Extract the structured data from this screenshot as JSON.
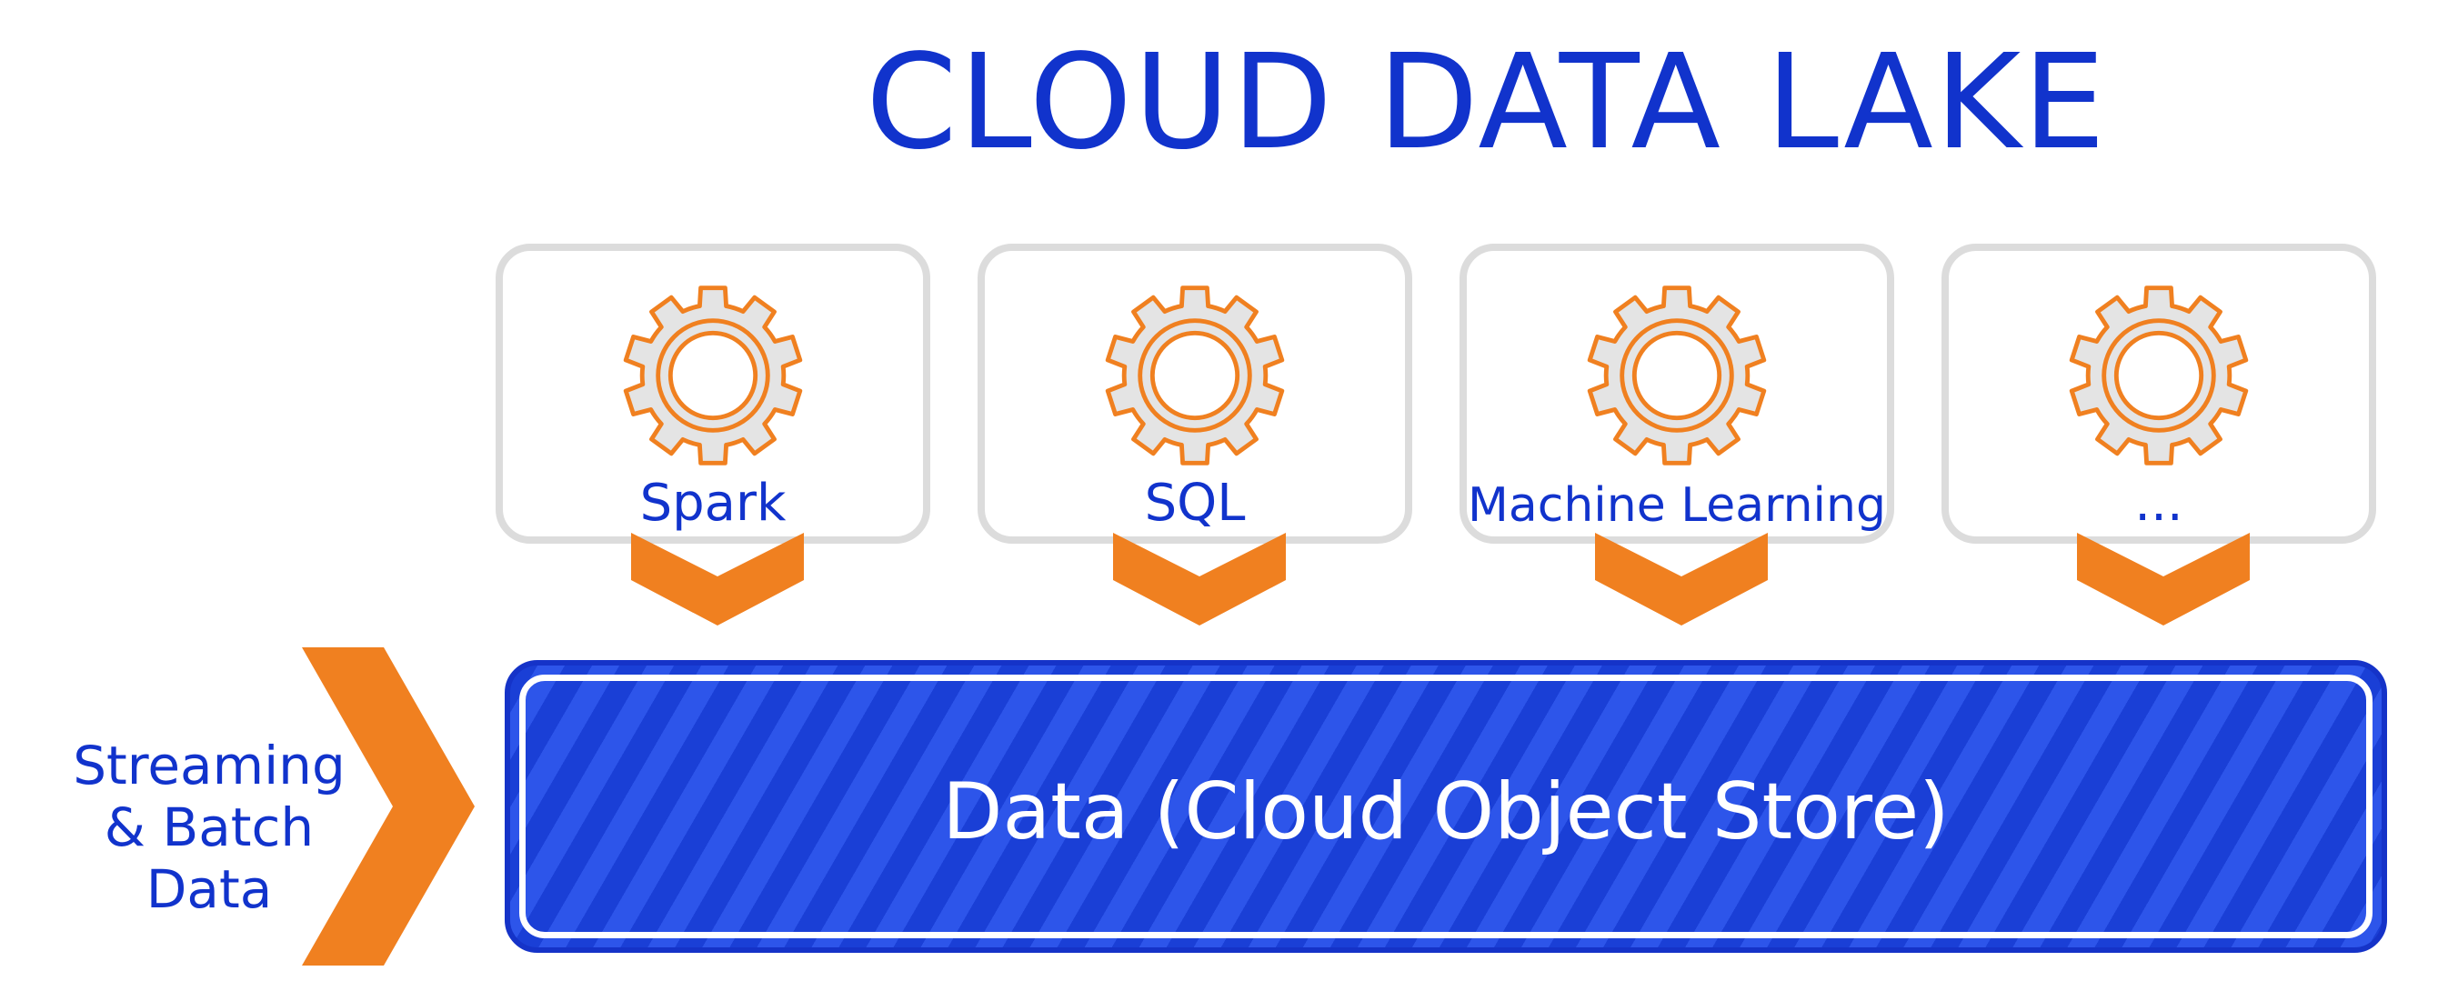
{
  "title": "CLOUD DATA LAKE",
  "engines": [
    {
      "label": "Spark",
      "icon": "gear-icon"
    },
    {
      "label": "SQL",
      "icon": "gear-icon"
    },
    {
      "label": "Machine Learning",
      "icon": "gear-icon"
    },
    {
      "label": "...",
      "icon": "gear-icon"
    }
  ],
  "data_store": {
    "label": "Data (Cloud Object Store)"
  },
  "ingest": {
    "line1": "Streaming",
    "line2": "& Batch",
    "line3": "Data"
  },
  "colors": {
    "title_blue": "#1133cc",
    "accent_orange": "#f08020",
    "gear_fill": "#e4e4e4",
    "card_border": "#dcdcdc",
    "store_blue": "#1a3fd6",
    "store_stripe": "#2d55ea"
  }
}
